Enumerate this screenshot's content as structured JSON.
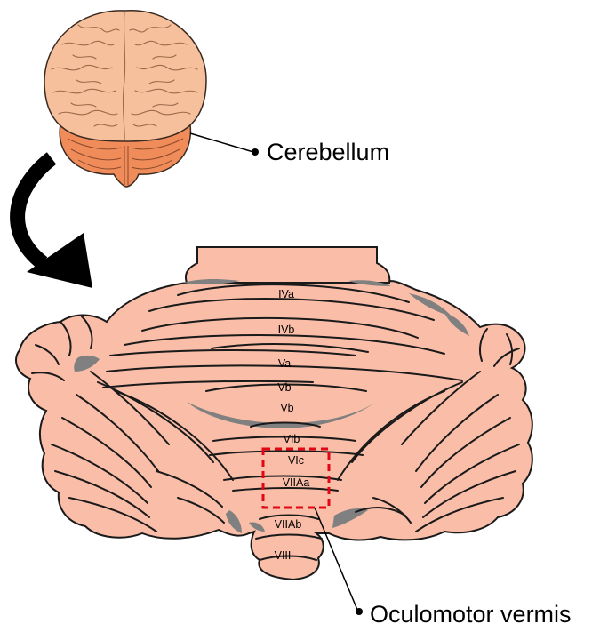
{
  "labels": {
    "cerebellum": "Cerebellum",
    "region": "Oculomotor vermis"
  },
  "lobules": [
    "IVa",
    "IVb",
    "Va",
    "Vb",
    "Vb",
    "VIb",
    "VIc",
    "VIIAa",
    "VIIAb",
    "VIII"
  ],
  "colors": {
    "cerebrum": "#f7c09c",
    "cerebellum_small": "#f08c5a",
    "tissue": "#f9bda8",
    "sulcus": "#808080",
    "outline": "#1a1a1a",
    "highlight_box": "#e30613",
    "arrow": "#000000"
  },
  "icons": {
    "arrow": "curved-arrow-icon"
  }
}
